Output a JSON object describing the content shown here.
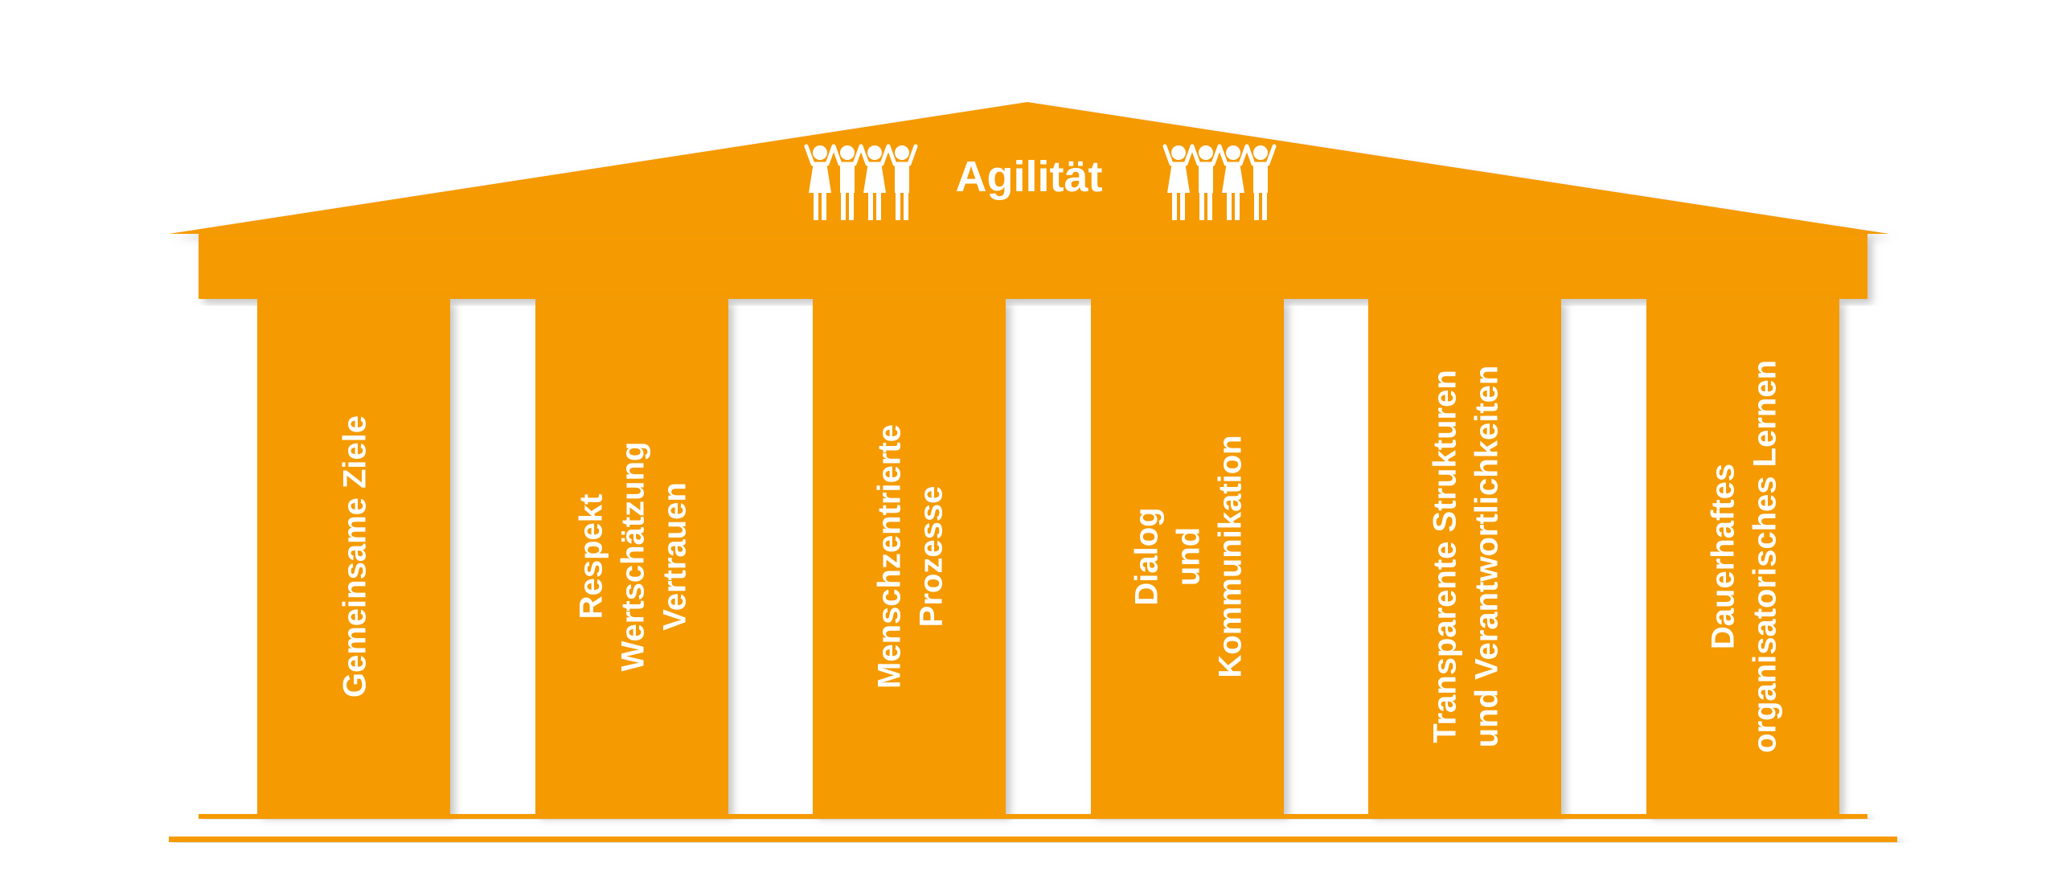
{
  "diagram": {
    "title": "Agilität",
    "colors": {
      "primary": "#F59A00",
      "background": "#FFFFFF",
      "text": "#FFFFFF",
      "shadow": "#B0B0B0"
    },
    "icons": {
      "left": "people-cheering-icon",
      "right": "people-cheering-icon"
    },
    "pillars": [
      {
        "lines": [
          "Gemeinsame Ziele"
        ]
      },
      {
        "lines": [
          "Respekt",
          "Wertschätzung",
          "Vertrauen"
        ]
      },
      {
        "lines": [
          "Menschzentrierte",
          "Prozesse"
        ]
      },
      {
        "lines": [
          "Dialog",
          "und",
          "Kommunikation"
        ]
      },
      {
        "lines": [
          "Transparente Strukturen",
          "und Verantwortlichkeiten"
        ]
      },
      {
        "lines": [
          "Dauerhaftes",
          "organisatorisches Lernen"
        ]
      }
    ]
  }
}
